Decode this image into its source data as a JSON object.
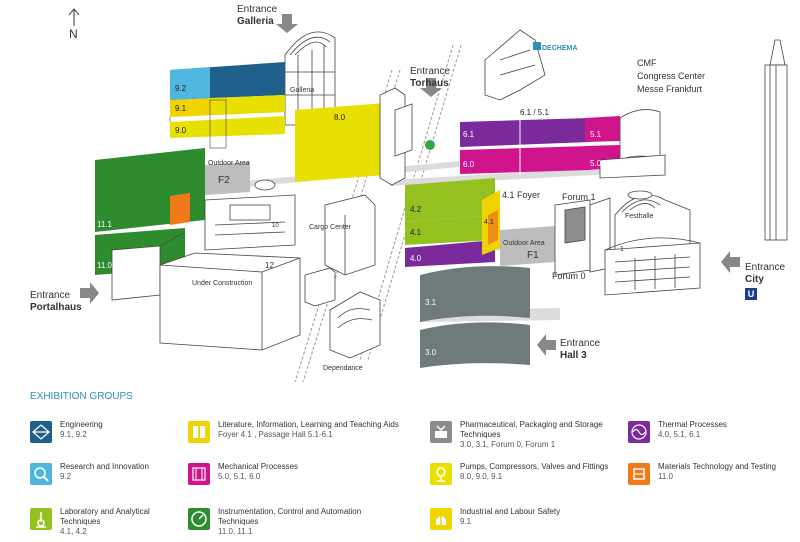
{
  "compass": {
    "letter": "N"
  },
  "entrances": {
    "galleria": {
      "word": "Entrance",
      "name": "Galleria"
    },
    "torhaus": {
      "word": "Entrance",
      "name": "Torhaus"
    },
    "portalhaus": {
      "word": "Entrance",
      "name": "Portalhaus"
    },
    "city": {
      "word": "Entrance",
      "name": "City"
    },
    "hall3": {
      "word": "Entrance",
      "name": "Hall 3"
    }
  },
  "places": {
    "galleria_bldg": "Galleria",
    "dechema": "DECHEMA",
    "cmf_1": "CMF",
    "cmf_2": "Congress Center",
    "cmf_3": "Messe Frankfurt",
    "outdoor_f2": "Outdoor Area",
    "f2": "F2",
    "outdoor_f1": "Outdoor Area",
    "f1": "F1",
    "cargo": "Cargo Center",
    "construction": "Under Construction",
    "dependance": "Dependance",
    "foyer": "4.1 Foyer",
    "forum1": "Forum 1",
    "forum0": "Forum 0",
    "festhalle": "Festhalle",
    "hall_12": "12",
    "hall_10": "10",
    "hall_1": "1",
    "u_badge": "U"
  },
  "halls": {
    "h92": "9.2",
    "h91": "9.1",
    "h90": "9.0",
    "h80": "8.0",
    "h111": "11.1",
    "h110": "11.0",
    "h61_51": "6.1 / 5.1",
    "h61": "6.1",
    "h51": "5.1",
    "h60": "6.0",
    "h50": "5.0",
    "h42": "4.2",
    "h41": "4.1",
    "h40": "4.0",
    "h41b": "4.1",
    "h31": "3.1",
    "h30": "3.0"
  },
  "colors": {
    "engineering": "#1f5f8b",
    "research": "#4fb6e0",
    "literature": "#f0d400",
    "mechanical": "#d0148c",
    "pharma": "#8c8c8c",
    "thermal": "#7a2a9a",
    "instrumentation": "#2e8b2e",
    "pumps": "#e8e000",
    "materials": "#f07a1a",
    "laboratory": "#94c11f",
    "industrial": "#f0d400",
    "hall3": "#6f7b7a",
    "accent": "#2b8fb8"
  },
  "legend": {
    "title": "EXHIBITION GROUPS",
    "items": [
      {
        "name": "Engineering",
        "halls": "9.1, 9.2",
        "icon": "engineering-icon"
      },
      {
        "name": "Literature, Information, Learning and Teaching Aids",
        "halls": "Foyer 4.1 , Passage Hall 5.1-6.1",
        "icon": "book-icon"
      },
      {
        "name": "Pharmaceutical, Packaging and Storage Techniques",
        "halls": "3.0, 3.1, Forum 0, Forum 1",
        "icon": "packaging-icon"
      },
      {
        "name": "Thermal Processes",
        "halls": "4.0, 5.1, 6.1",
        "icon": "thermal-icon"
      },
      {
        "name": "Research and Innovation",
        "halls": "9.2",
        "icon": "research-icon"
      },
      {
        "name": "Mechanical Processes",
        "halls": "5.0, 5.1, 6.0",
        "icon": "mechanical-icon"
      },
      {
        "name": "Pumps, Compressors, Valves and Fittings",
        "halls": "8.0, 9.0, 9.1",
        "icon": "pump-icon"
      },
      {
        "name": "Materials Technology and Testing",
        "halls": "11.0",
        "icon": "materials-icon"
      },
      {
        "name": "Laboratory and Analytical Techniques",
        "halls": "4.1, 4.2",
        "icon": "laboratory-icon"
      },
      {
        "name": "Instrumentation, Control and Automation Techniques",
        "halls": "11.0, 11.1",
        "icon": "gauge-icon"
      },
      {
        "name": "Industrial and Labour Safety",
        "halls": "9.1",
        "icon": "safety-icon"
      }
    ]
  }
}
